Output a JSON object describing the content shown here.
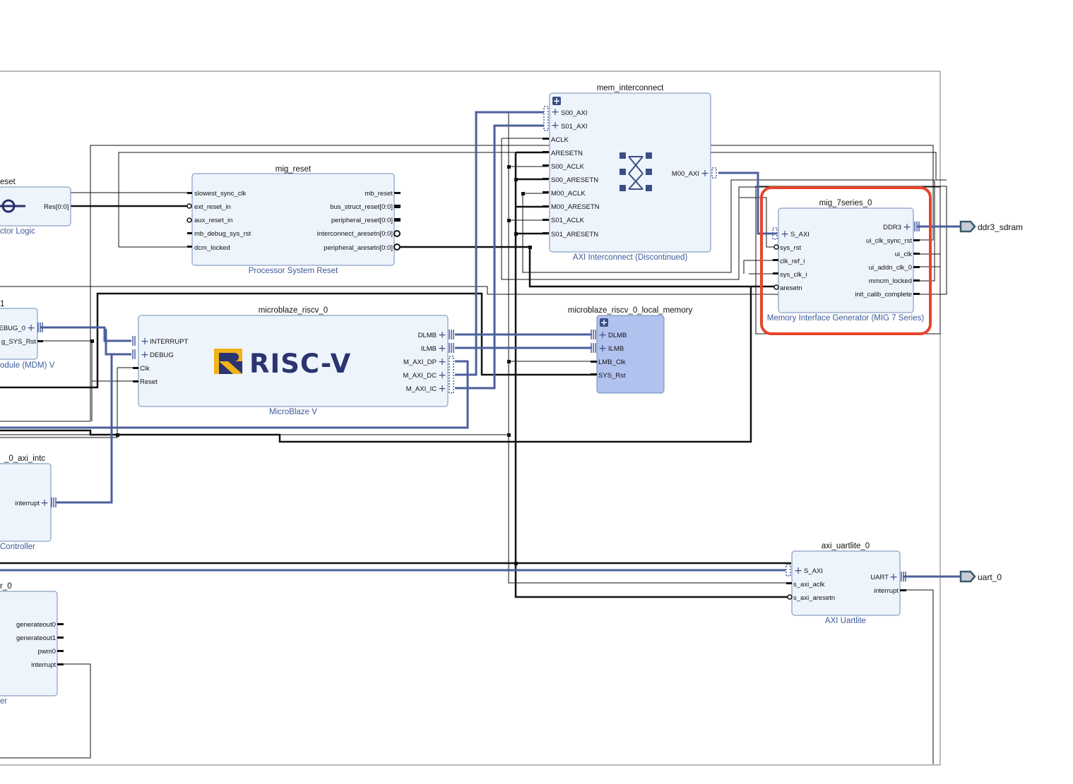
{
  "colors": {
    "bus": "#4b5f9e",
    "block_fill": "#eef4fc",
    "block_border": "#6f8bb6",
    "highlight": "#e8442a",
    "memory_fill": "#b2c2ef"
  },
  "blocks": {
    "reset_partial": {
      "title": "eset",
      "sub": "ctor Logic",
      "port": "Res[0:0]"
    },
    "mig_reset": {
      "title": "mig_reset",
      "sub": "Processor System Reset",
      "in": [
        "slowest_sync_clk",
        "ext_reset_in",
        "aux_reset_in",
        "mb_debug_sys_rst",
        "dcm_locked"
      ],
      "out": [
        "mb_reset",
        "bus_struct_reset[0:0]",
        "peripheral_reset[0:0]",
        "interconnect_aresetn[0:0]",
        "peripheral_aresetn[0:0]"
      ]
    },
    "mem_interconnect": {
      "title": "mem_interconnect",
      "sub": "AXI Interconnect (Discontinued)",
      "in": [
        "S00_AXI",
        "S01_AXI",
        "ACLK",
        "ARESETN",
        "S00_ACLK",
        "S00_ARESETN",
        "M00_ACLK",
        "M00_ARESETN",
        "S01_ACLK",
        "S01_ARESETN"
      ],
      "out": "M00_AXI"
    },
    "mig_7series": {
      "title": "mig_7series_0",
      "sub": "Memory Interface Generator (MIG 7 Series)",
      "in": [
        "S_AXI",
        "sys_rst",
        "clk_ref_i",
        "sys_clk_i",
        "aresetn"
      ],
      "out": [
        "DDR3",
        "ui_clk_sync_rst",
        "ui_clk",
        "ui_addn_clk_0",
        "mmcm_locked",
        "init_calib_complete"
      ]
    },
    "mdm_partial": {
      "title": "1",
      "sub": "odule (MDM) V",
      "ports": [
        "EBUG_0",
        "g_SYS_Rst"
      ]
    },
    "microblaze": {
      "title": "microblaze_riscv_0",
      "sub": "MicroBlaze V",
      "logo": "RISC-V",
      "in": [
        "INTERRUPT",
        "DEBUG",
        "Clk",
        "Reset"
      ],
      "out": [
        "DLMB",
        "ILMB",
        "M_AXI_DP",
        "M_AXI_DC",
        "M_AXI_IC"
      ]
    },
    "local_memory": {
      "title": "microblaze_riscv_0_local_memory",
      "in": [
        "DLMB",
        "ILMB",
        "LMB_Clk",
        "SYS_Rst"
      ]
    },
    "intc_partial": {
      "title": "_0_axi_intc",
      "sub": "Controller",
      "port": "interrupt"
    },
    "uartlite": {
      "title": "axi_uartlite_0",
      "sub": "AXI Uartlite",
      "in": [
        "S_AXI",
        "s_axi_aclk",
        "s_axi_aresetn"
      ],
      "out": [
        "UART",
        "interrupt"
      ]
    },
    "timer_partial": {
      "title": "r_0",
      "sub": "er",
      "ports": [
        "generateout0",
        "generateout1",
        "pwm0",
        "interrupt"
      ]
    }
  },
  "external_ports": {
    "ddr": "ddr3_sdram",
    "uart": "uart_0"
  }
}
